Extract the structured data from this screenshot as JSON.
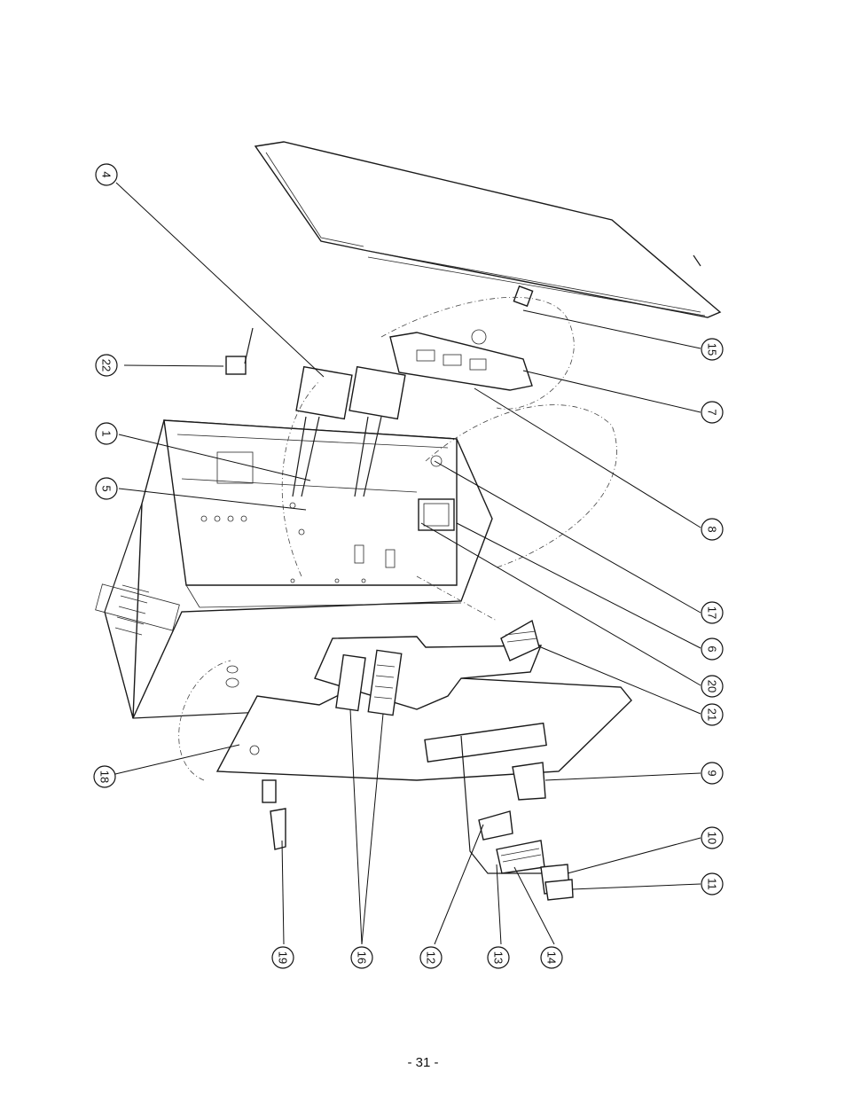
{
  "page_number": "- 31 -",
  "callouts": [
    {
      "id": "c4",
      "label": "4"
    },
    {
      "id": "c22",
      "label": "22"
    },
    {
      "id": "c1",
      "label": "1"
    },
    {
      "id": "c5",
      "label": "5"
    },
    {
      "id": "c18",
      "label": "18"
    },
    {
      "id": "c19",
      "label": "19"
    },
    {
      "id": "c16",
      "label": "16"
    },
    {
      "id": "c12",
      "label": "12"
    },
    {
      "id": "c13",
      "label": "13"
    },
    {
      "id": "c14",
      "label": "14"
    },
    {
      "id": "c15",
      "label": "15"
    },
    {
      "id": "c7",
      "label": "7"
    },
    {
      "id": "c8",
      "label": "8"
    },
    {
      "id": "c17",
      "label": "17"
    },
    {
      "id": "c6",
      "label": "6"
    },
    {
      "id": "c20",
      "label": "20"
    },
    {
      "id": "c21",
      "label": "21"
    },
    {
      "id": "c9",
      "label": "9"
    },
    {
      "id": "c10",
      "label": "10"
    },
    {
      "id": "c11",
      "label": "11"
    }
  ]
}
